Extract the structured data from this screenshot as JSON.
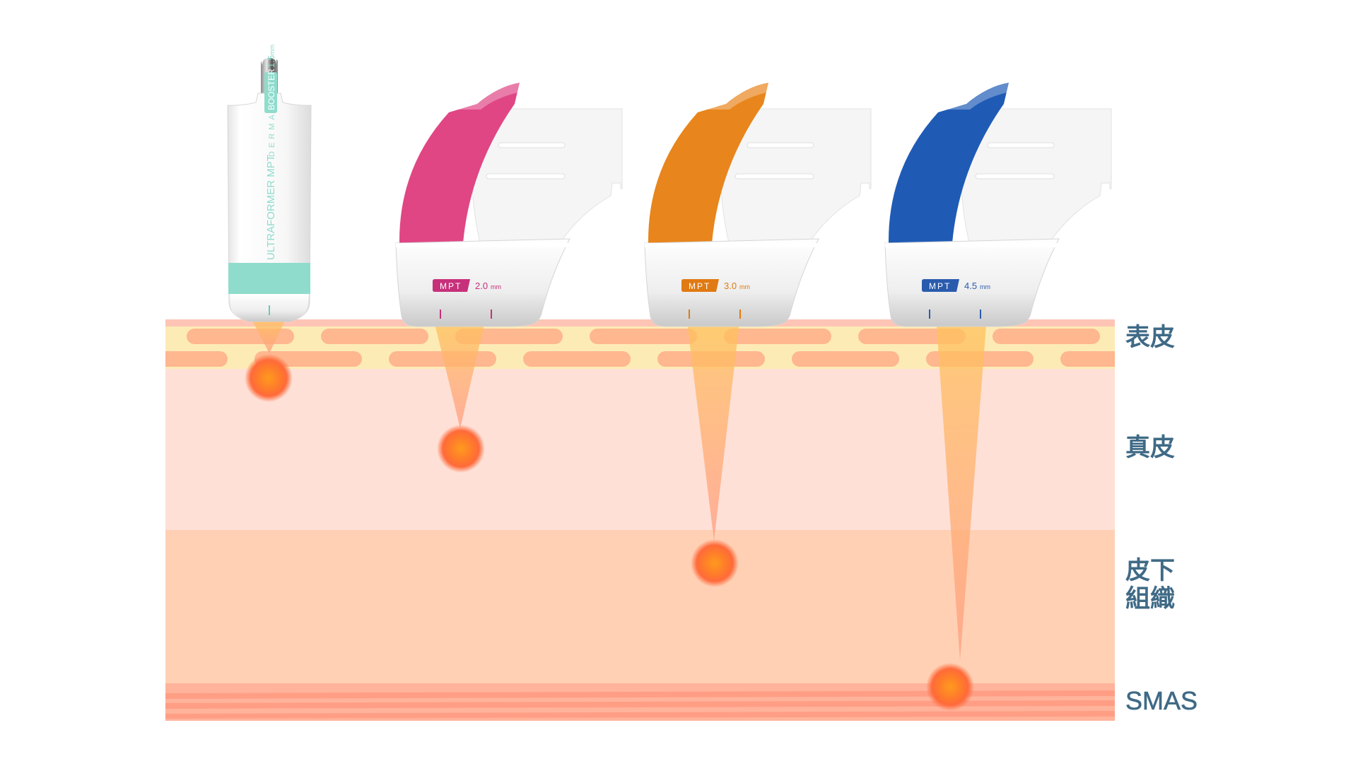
{
  "diagram": {
    "title": "Ultraformer MPT transducer focal depths",
    "layers": [
      {
        "key": "epidermis",
        "label": "表皮",
        "color": "#fde8b8"
      },
      {
        "key": "dermis",
        "label": "真皮",
        "color": "#fee0d6"
      },
      {
        "key": "subcutaneous",
        "label": "皮下\n組織",
        "color": "#ffd0b4"
      },
      {
        "key": "smas",
        "label": "SMAS",
        "color": "#ffb39b"
      }
    ],
    "label_color": "#3f6a86",
    "handpiece": {
      "brand": "ULTRAFORMER MPT",
      "series": "DERMA",
      "badge": "BOOSTER",
      "depth": "1.5",
      "unit": "mm",
      "accent": "#8fdccc",
      "target_layer": "epidermis"
    },
    "cartridges": [
      {
        "name": "pink",
        "badge": "MPT",
        "depth": "2.0",
        "unit": "mm",
        "accent": "#e04684",
        "text_color": "#c7307a",
        "target_layer": "dermis"
      },
      {
        "name": "orange",
        "badge": "MPT",
        "depth": "3.0",
        "unit": "mm",
        "accent": "#e8851c",
        "text_color": "#e07a12",
        "target_layer": "subcutaneous"
      },
      {
        "name": "blue",
        "badge": "MPT",
        "depth": "4.5",
        "unit": "mm",
        "accent": "#1f5bb5",
        "text_color": "#2a5cae",
        "target_layer": "smas"
      }
    ]
  }
}
